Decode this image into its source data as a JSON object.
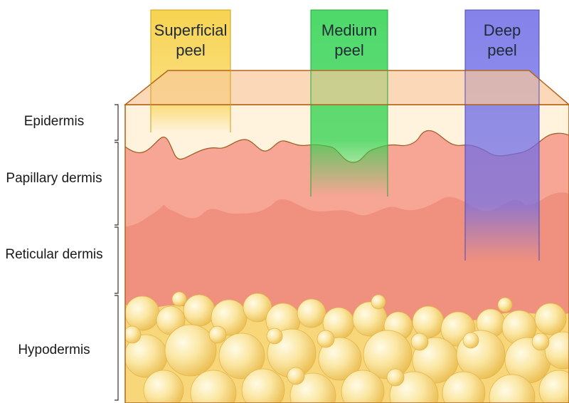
{
  "layers": {
    "epidermis": "Epidermis",
    "papillary": "Papillary dermis",
    "reticular": "Reticular dermis",
    "hypodermis": "Hypodermis"
  },
  "peels": {
    "superficial": {
      "line1": "Superficial",
      "line2": "peel",
      "color": "#f5c518",
      "text_color": "#1f2a36"
    },
    "medium": {
      "line1": "Medium",
      "line2": "peel",
      "color": "#3ddc5a",
      "text_color": "#1f2a36"
    },
    "deep": {
      "line1": "Deep",
      "line2": "peel",
      "color": "#7b78e8",
      "text_color": "#1f2a36"
    }
  },
  "colors": {
    "epidermis": "#fff3dd",
    "papillary": "#f7a594",
    "reticular": "#f0907e",
    "fat": "#f7d77a",
    "top_face": "#f9c99a",
    "outline": "#b5651d"
  }
}
